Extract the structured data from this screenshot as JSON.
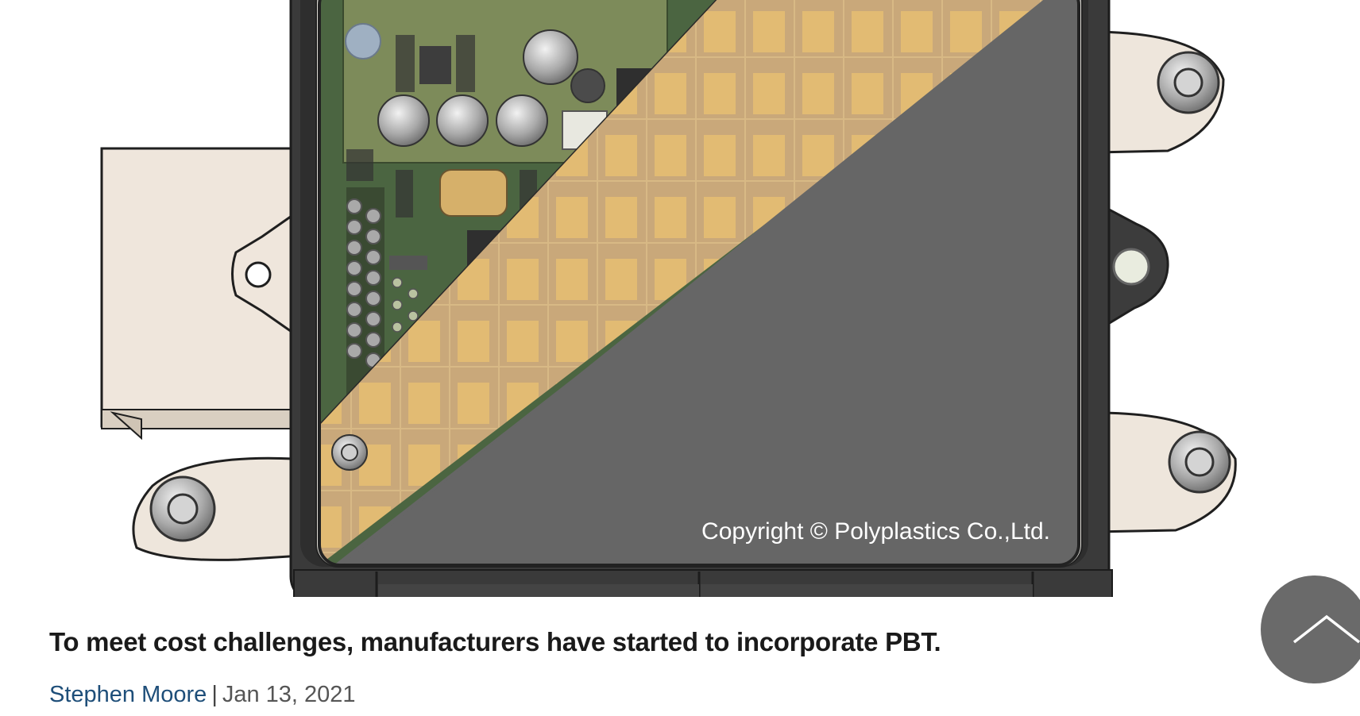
{
  "hero": {
    "copyright": "Copyright © Polyplastics Co.,Ltd.",
    "panel_colors": {
      "housing": "#3a3a3a",
      "cover": "#666666",
      "pcb": "#4e6a3f",
      "foil": "#c9a87a"
    }
  },
  "article": {
    "headline": "To meet cost challenges, manufacturers have started to incorporate PBT.",
    "author": "Stephen Moore",
    "separator": "|",
    "date": "Jan 13, 2021"
  },
  "scroll_top": {
    "icon": "chevron-up-icon",
    "color": "#6a6a6a"
  }
}
